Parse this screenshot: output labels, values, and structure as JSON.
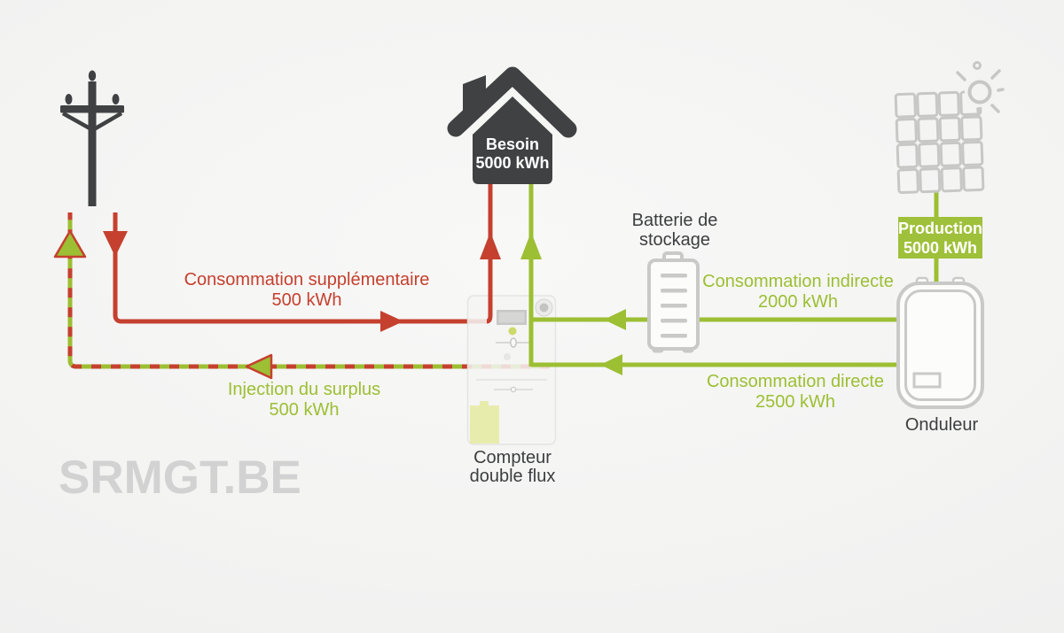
{
  "watermark": "SRMGT.BE",
  "colors": {
    "red": "#c5402e",
    "green": "#9cbf33",
    "dark_icon": "#3f4142",
    "gray_icon": "#c7c7c5",
    "badge_background": "#9fc03a",
    "watermark_gray": "#d2d2d2"
  },
  "nodes": {
    "house": {
      "line1": "Besoin",
      "line2": "5000 kWh"
    },
    "production_badge": {
      "line1": "Production",
      "line2": "5000 kWh"
    },
    "inverter": {
      "label": "Onduleur"
    },
    "battery": {
      "line1": "Batterie de",
      "line2": "stockage"
    },
    "meter": {
      "line1": "Compteur",
      "line2": "double flux"
    }
  },
  "flows": {
    "supplementaire": {
      "label": "Consommation supplémentaire",
      "value": "500 kWh"
    },
    "injection": {
      "label": "Injection du surplus",
      "value": "500 kWh"
    },
    "indirecte": {
      "label": "Consommation indirecte",
      "value": "2000 kWh"
    },
    "directe": {
      "label": "Consommation directe",
      "value": "2500 kWh"
    }
  }
}
